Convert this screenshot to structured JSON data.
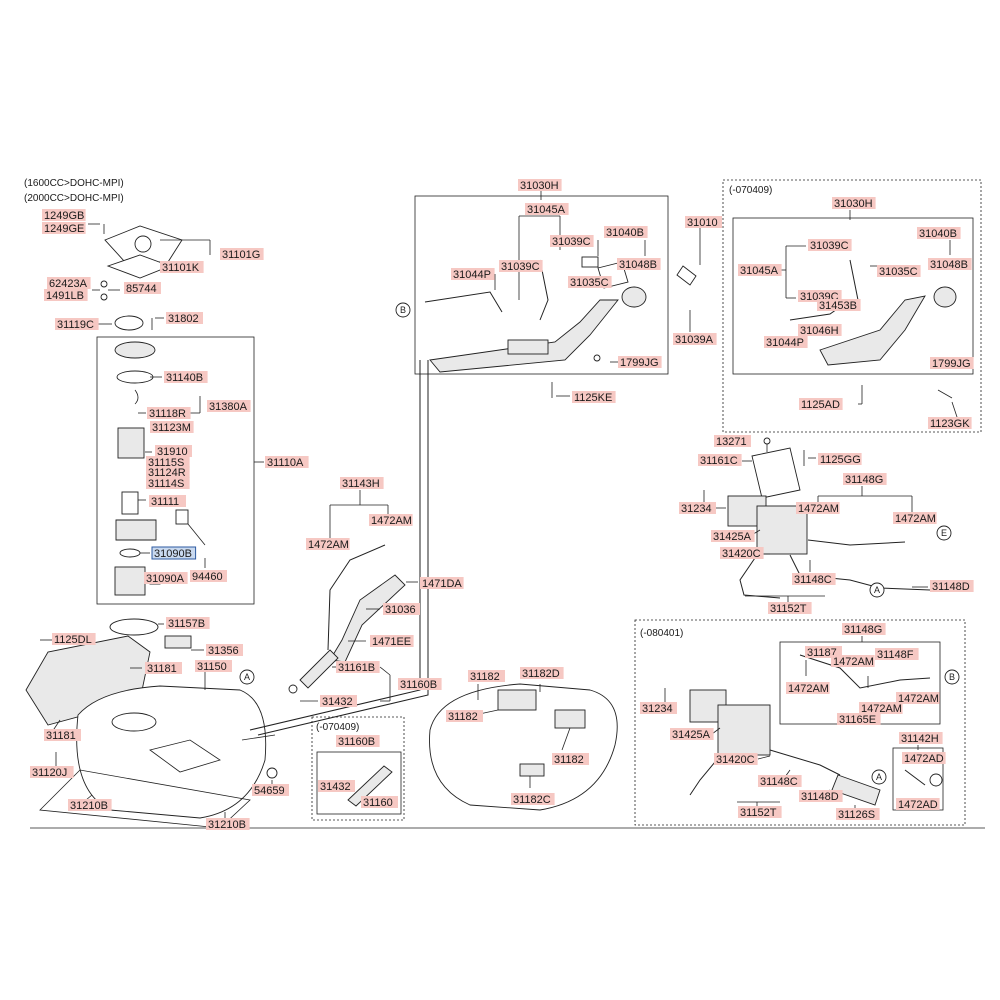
{
  "notes": {
    "engine_1600": "(1600CC>DOHC-MPI)",
    "engine_2000": "(2000CC>DOHC-MPI)",
    "box_070409_top": "(-070409)",
    "box_080401": "(-080401)",
    "box_070409_bottom": "(-070409)"
  },
  "callouts": {
    "A": "A",
    "B": "B",
    "E": "E"
  },
  "labels": [
    {
      "id": "1249GB",
      "text": "1249GB"
    },
    {
      "id": "1249GE",
      "text": "1249GE"
    },
    {
      "id": "31101G",
      "text": "31101G"
    },
    {
      "id": "31101K",
      "text": "31101K"
    },
    {
      "id": "62423A",
      "text": "62423A"
    },
    {
      "id": "1491LB",
      "text": "1491LB"
    },
    {
      "id": "85744",
      "text": "85744"
    },
    {
      "id": "31119C",
      "text": "31119C"
    },
    {
      "id": "31802",
      "text": "31802"
    },
    {
      "id": "31140B",
      "text": "31140B"
    },
    {
      "id": "31118R",
      "text": "31118R"
    },
    {
      "id": "31380A",
      "text": "31380A"
    },
    {
      "id": "31123M",
      "text": "31123M"
    },
    {
      "id": "31910",
      "text": "31910"
    },
    {
      "id": "31115S",
      "text": "31115S"
    },
    {
      "id": "31124R",
      "text": "31124R"
    },
    {
      "id": "31114S",
      "text": "31114S"
    },
    {
      "id": "31110A",
      "text": "31110A"
    },
    {
      "id": "31111",
      "text": "31111"
    },
    {
      "id": "31090B",
      "text": "31090B"
    },
    {
      "id": "94460",
      "text": "94460"
    },
    {
      "id": "31090A",
      "text": "31090A"
    },
    {
      "id": "31157B",
      "text": "31157B"
    },
    {
      "id": "1125DL",
      "text": "1125DL"
    },
    {
      "id": "31356",
      "text": "31356"
    },
    {
      "id": "31181a",
      "text": "31181"
    },
    {
      "id": "31150",
      "text": "31150"
    },
    {
      "id": "31181b",
      "text": "31181"
    },
    {
      "id": "31120J",
      "text": "31120J"
    },
    {
      "id": "31210B_a",
      "text": "31210B"
    },
    {
      "id": "31210B_b",
      "text": "31210B"
    },
    {
      "id": "54659",
      "text": "54659"
    },
    {
      "id": "31030H_a",
      "text": "31030H"
    },
    {
      "id": "31045A_a",
      "text": "31045A"
    },
    {
      "id": "31040B_a",
      "text": "31040B"
    },
    {
      "id": "31039C_a",
      "text": "31039C"
    },
    {
      "id": "31048B_a",
      "text": "31048B"
    },
    {
      "id": "31044P_a",
      "text": "31044P"
    },
    {
      "id": "31039C_b",
      "text": "31039C"
    },
    {
      "id": "31035C_a",
      "text": "31035C"
    },
    {
      "id": "1799JG_a",
      "text": "1799JG"
    },
    {
      "id": "1125KE",
      "text": "1125KE"
    },
    {
      "id": "31010",
      "text": "31010"
    },
    {
      "id": "31039A",
      "text": "31039A"
    },
    {
      "id": "31143H",
      "text": "31143H"
    },
    {
      "id": "1472AM_a",
      "text": "1472AM"
    },
    {
      "id": "1472AM_b",
      "text": "1472AM"
    },
    {
      "id": "1471DA",
      "text": "1471DA"
    },
    {
      "id": "31036",
      "text": "31036"
    },
    {
      "id": "1471EE",
      "text": "1471EE"
    },
    {
      "id": "31161B",
      "text": "31161B"
    },
    {
      "id": "31160B_a",
      "text": "31160B"
    },
    {
      "id": "31432_a",
      "text": "31432"
    },
    {
      "id": "31160B_b",
      "text": "31160B"
    },
    {
      "id": "31432_b",
      "text": "31432"
    },
    {
      "id": "31160",
      "text": "31160"
    },
    {
      "id": "31182_a",
      "text": "31182"
    },
    {
      "id": "31182D",
      "text": "31182D"
    },
    {
      "id": "31182_b",
      "text": "31182"
    },
    {
      "id": "31182_c",
      "text": "31182"
    },
    {
      "id": "31182C",
      "text": "31182C"
    },
    {
      "id": "31030H_b",
      "text": "31030H"
    },
    {
      "id": "31039C_c",
      "text": "31039C"
    },
    {
      "id": "31040B_b",
      "text": "31040B"
    },
    {
      "id": "31045A_b",
      "text": "31045A"
    },
    {
      "id": "31035C_b",
      "text": "31035C"
    },
    {
      "id": "31048B_b",
      "text": "31048B"
    },
    {
      "id": "31039C_d",
      "text": "31039C"
    },
    {
      "id": "31453B",
      "text": "31453B"
    },
    {
      "id": "31046H",
      "text": "31046H"
    },
    {
      "id": "31044P_b",
      "text": "31044P"
    },
    {
      "id": "1799JG_b",
      "text": "1799JG"
    },
    {
      "id": "1125AD",
      "text": "1125AD"
    },
    {
      "id": "1123GK",
      "text": "1123GK"
    },
    {
      "id": "13271",
      "text": "13271"
    },
    {
      "id": "31161C",
      "text": "31161C"
    },
    {
      "id": "1125GG",
      "text": "1125GG"
    },
    {
      "id": "31148G_a",
      "text": "31148G"
    },
    {
      "id": "31234_a",
      "text": "31234"
    },
    {
      "id": "1472AM_c",
      "text": "1472AM"
    },
    {
      "id": "1472AM_d",
      "text": "1472AM"
    },
    {
      "id": "31425A_a",
      "text": "31425A"
    },
    {
      "id": "31420C_a",
      "text": "31420C"
    },
    {
      "id": "31148C_a",
      "text": "31148C"
    },
    {
      "id": "31148D_a",
      "text": "31148D"
    },
    {
      "id": "31152T_a",
      "text": "31152T"
    },
    {
      "id": "31148G_b",
      "text": "31148G"
    },
    {
      "id": "31187",
      "text": "31187"
    },
    {
      "id": "1472AM_e",
      "text": "1472AM"
    },
    {
      "id": "31148F",
      "text": "31148F"
    },
    {
      "id": "1472AM_f",
      "text": "1472AM"
    },
    {
      "id": "1472AM_g",
      "text": "1472AM"
    },
    {
      "id": "1472AM_h",
      "text": "1472AM"
    },
    {
      "id": "31165E",
      "text": "31165E"
    },
    {
      "id": "31234_b",
      "text": "31234"
    },
    {
      "id": "31425A_b",
      "text": "31425A"
    },
    {
      "id": "31142H",
      "text": "31142H"
    },
    {
      "id": "1472AD_a",
      "text": "1472AD"
    },
    {
      "id": "31420C_b",
      "text": "31420C"
    },
    {
      "id": "31148C_b",
      "text": "31148C"
    },
    {
      "id": "31148D_b",
      "text": "31148D"
    },
    {
      "id": "1472AD_b",
      "text": "1472AD"
    },
    {
      "id": "31152T_b",
      "text": "31152T"
    },
    {
      "id": "31126S",
      "text": "31126S"
    }
  ],
  "selected_label": "31090B"
}
